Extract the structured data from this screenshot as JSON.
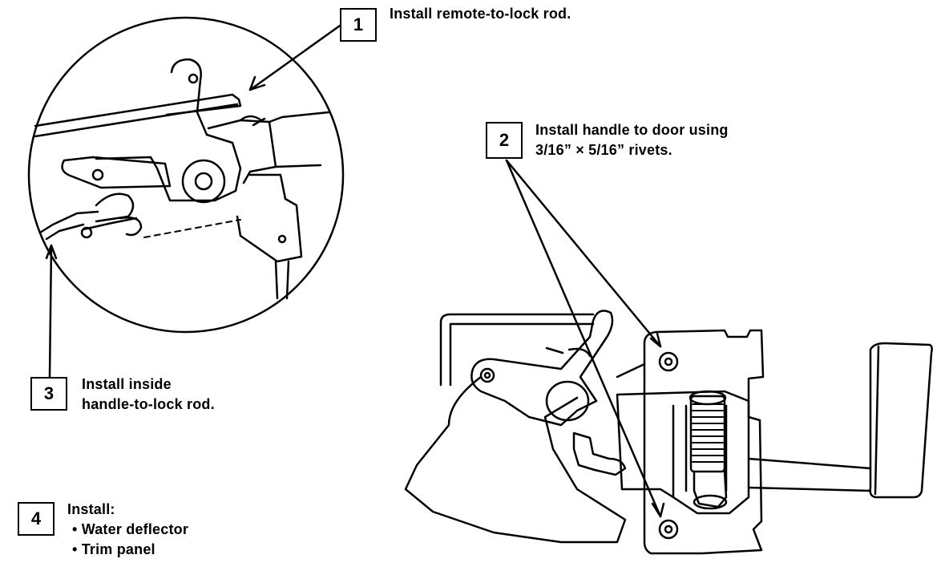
{
  "callouts": [
    {
      "number": "1",
      "lines": [
        "Install remote-to-lock rod."
      ]
    },
    {
      "number": "2",
      "lines": [
        "Install handle to door using",
        "3/16”  ×  5/16” rivets."
      ]
    },
    {
      "number": "3",
      "lines": [
        "Install inside",
        "handle-to-lock rod."
      ]
    },
    {
      "number": "4",
      "heading": "Install:",
      "items": [
        "Water deflector",
        "Trim panel"
      ]
    }
  ]
}
